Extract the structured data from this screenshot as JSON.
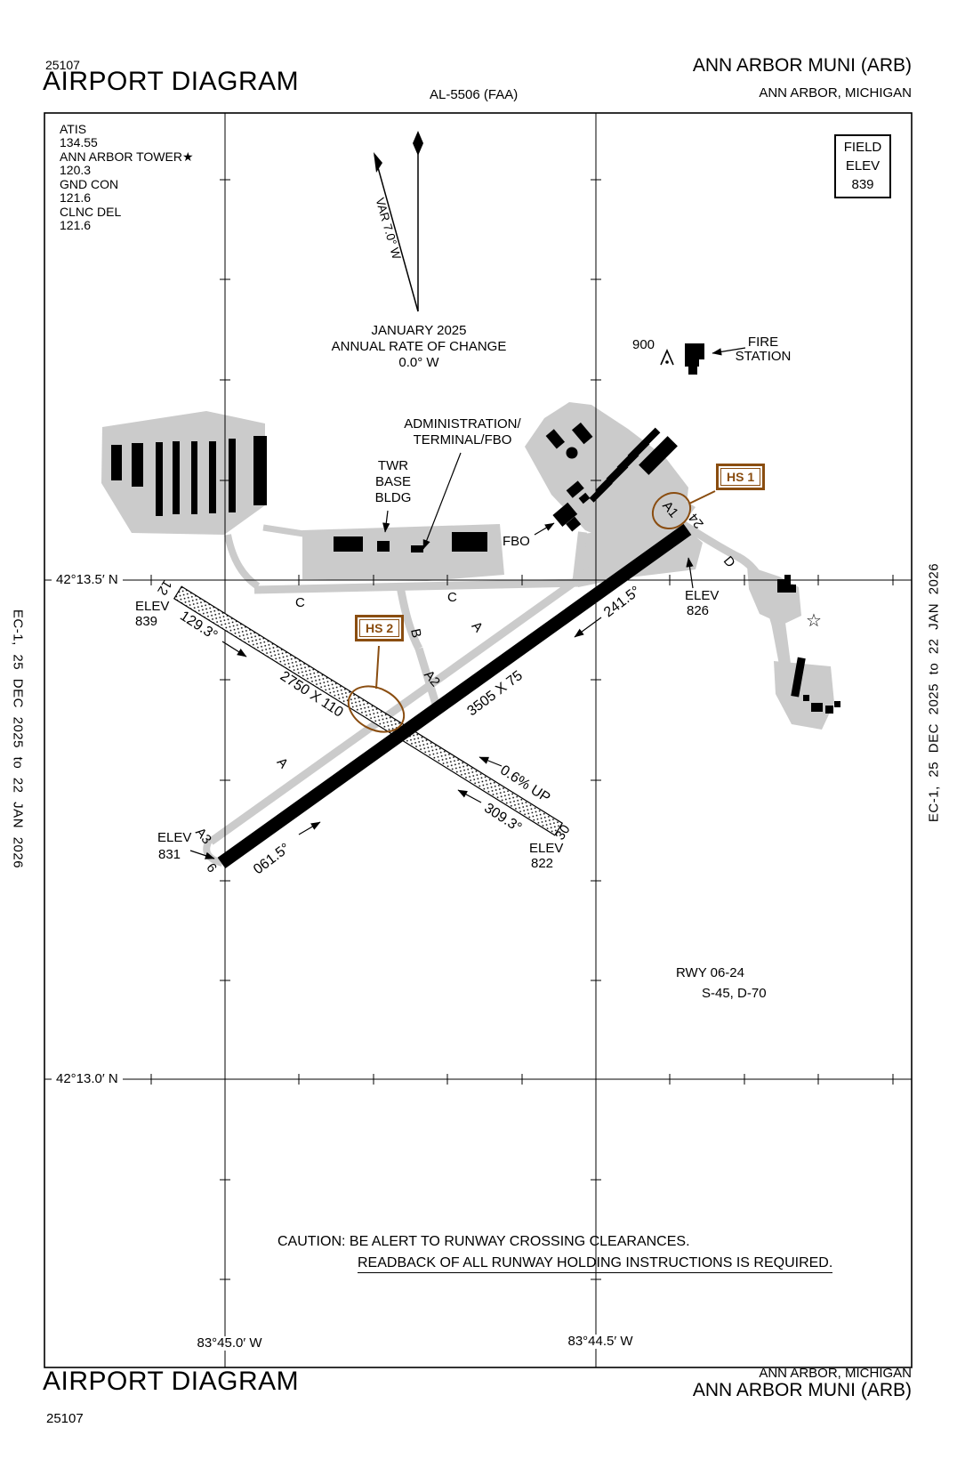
{
  "header": {
    "plate_number": "25107",
    "title": "AIRPORT DIAGRAM",
    "chart_id": "AL-5506 (FAA)",
    "airport_name": "ANN ARBOR MUNI (ARB)",
    "airport_city": "ANN ARBOR, MICHIGAN"
  },
  "footer": {
    "plate_number": "25107",
    "title": "AIRPORT DIAGRAM",
    "airport_name": "ANN ARBOR MUNI (ARB)",
    "airport_city": "ANN ARBOR, MICHIGAN"
  },
  "side_note": "EC-1,  25 DEC 2025  to  22 JAN 2026",
  "comm": {
    "lines": [
      "ATIS",
      "134.55",
      "ANN ARBOR TOWER★",
      "120.3",
      "GND CON",
      "121.6",
      "CLNC DEL",
      "121.6"
    ]
  },
  "field_elev": {
    "l1": "FIELD",
    "l2": "ELEV",
    "l3": "839"
  },
  "north": {
    "var_label": "VAR 7.0° W",
    "date": "JANUARY 2025",
    "rate": "ANNUAL RATE OF CHANGE",
    "value": "0.0° W"
  },
  "obstruction": {
    "height": "900"
  },
  "fire_station": {
    "l1": "FIRE",
    "l2": "STATION"
  },
  "buildings": {
    "admin_l1": "ADMINISTRATION/",
    "admin_l2": "TERMINAL/FBO",
    "twr_l1": "TWR",
    "twr_l2": "BASE",
    "twr_l3": "BLDG",
    "fbo": "FBO"
  },
  "runway_0624": {
    "num_low": "6",
    "num_high": "24",
    "dimensions": "3505 X 75",
    "heading_low": "061.5°",
    "heading_high": "241.5°"
  },
  "runway_1230": {
    "num_low": "12",
    "num_high": "30",
    "dimensions": "2750 X 110",
    "heading_low": "129.3°",
    "heading_high": "309.3°",
    "slope": "0.6% UP"
  },
  "elevations": {
    "rwy12": {
      "l1": "ELEV",
      "l2": "839"
    },
    "rwy24": {
      "l1": "ELEV",
      "l2": "826"
    },
    "rwy6": {
      "l1": "ELEV",
      "l2": "831"
    },
    "rwy30": {
      "l1": "ELEV",
      "l2": "822"
    }
  },
  "taxiways": {
    "a1": "A1",
    "a2": "A2",
    "a3": "A3",
    "b": "B",
    "c1": "C",
    "c2": "C",
    "a_north": "A",
    "a_south": "A",
    "d": "D"
  },
  "hotspots": {
    "hs1": "HS 1",
    "hs2": "HS 2",
    "color": "#8a4d10"
  },
  "rwy_data": {
    "l1": "RWY 06-24",
    "l2": "S-45, D-70"
  },
  "caution": {
    "l1": "CAUTION: BE ALERT TO RUNWAY CROSSING CLEARANCES.",
    "l2": "READBACK OF ALL RUNWAY HOLDING INSTRUCTIONS IS REQUIRED."
  },
  "grid": {
    "lat1": "42°13.5′ N",
    "lat2": "42°13.0′ N",
    "lon1": "83°45.0′ W",
    "lon2": "83°44.5′ W"
  },
  "symbols": {
    "star": "☆"
  },
  "colors": {
    "apron_gray": "#cbcbcb",
    "hotspot_brown": "#8a4d10"
  }
}
